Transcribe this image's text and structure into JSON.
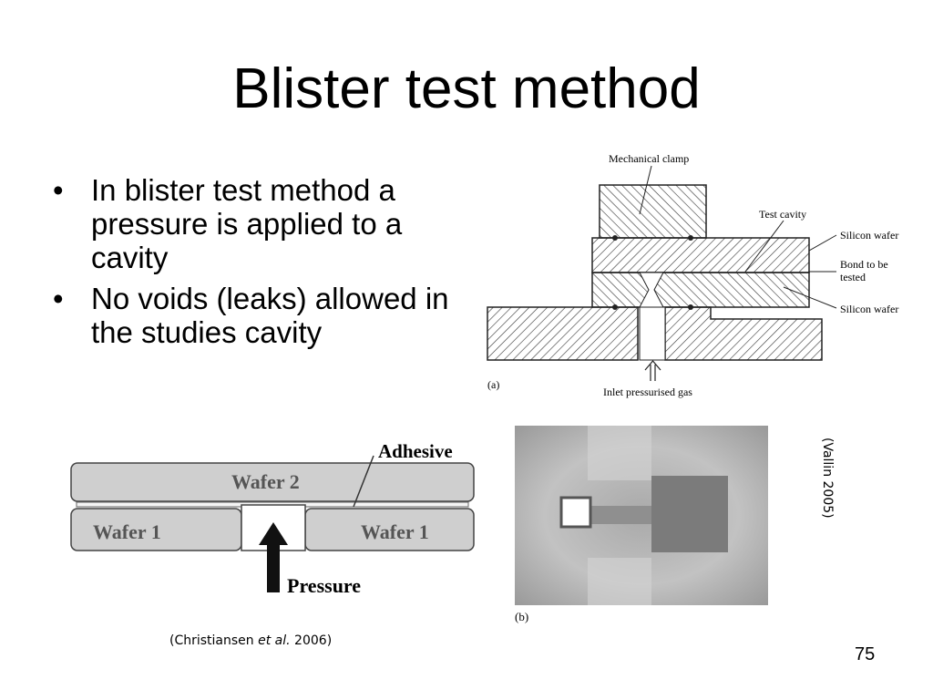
{
  "slide": {
    "title": "Blister test method",
    "page_number": "75"
  },
  "bullets": [
    {
      "text": "In blister test method a pressure is applied to a cavity"
    },
    {
      "text": "No voids (leaks) allowed in the studies cavity"
    }
  ],
  "figure_a": {
    "labels": {
      "clamp": "Mechanical clamp",
      "cavity": "Test cavity",
      "wafer_top": "Silicon wafer",
      "bond_line1": "Bond to be",
      "bond_line2": "tested",
      "wafer_bottom": "Silicon wafer",
      "inlet": "Inlet pressurised gas",
      "panel": "(a)"
    }
  },
  "figure_b": {
    "panel": "(b)"
  },
  "figure_christiansen": {
    "labels": {
      "adhesive": "Adhesive",
      "wafer2": "Wafer 2",
      "wafer1_left": "Wafer 1",
      "wafer1_right": "Wafer 1",
      "pressure": "Pressure"
    }
  },
  "citations": {
    "christiansen_prefix": "(Christiansen ",
    "christiansen_etal": "et al.",
    "christiansen_suffix": " 2006)",
    "vallin": "(Vallin 2005)"
  }
}
